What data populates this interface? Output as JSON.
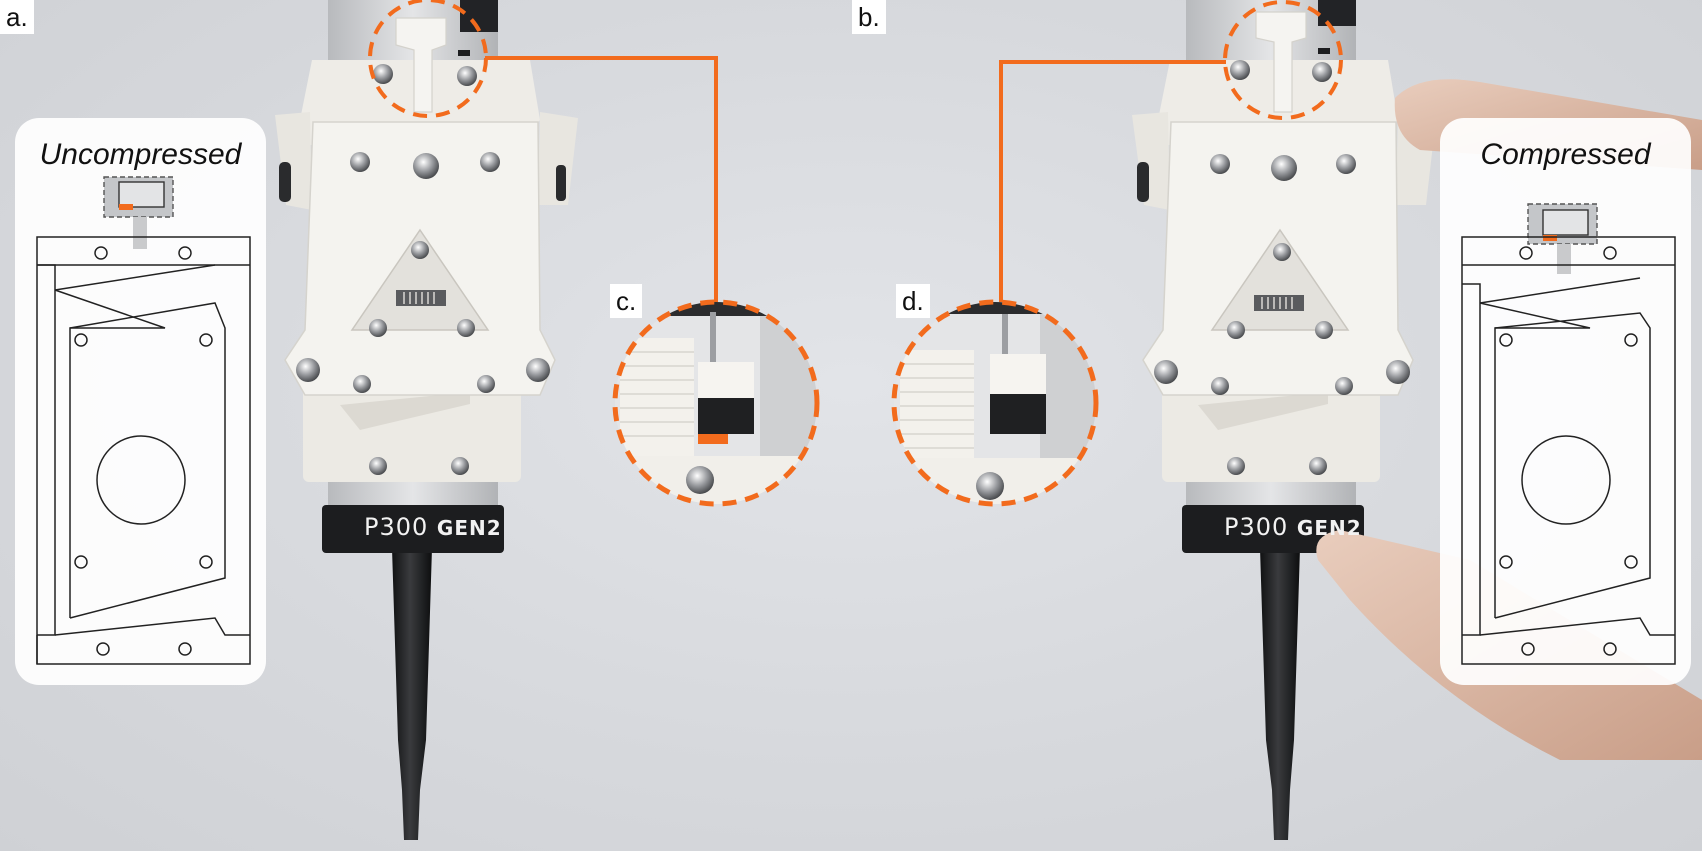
{
  "figure": {
    "panels": {
      "a": "a.",
      "b": "b.",
      "c": "c.",
      "d": "d."
    },
    "schematics": {
      "left_title": "Uncompressed",
      "right_title": "Compressed"
    },
    "pipette_brand": {
      "main": "P300",
      "sub": "GEN2"
    },
    "colors": {
      "accent": "#f26b1d",
      "background": "#d9dbdf",
      "mount_white": "#f4f3ef",
      "pipette_black": "#1c1d1f"
    }
  }
}
